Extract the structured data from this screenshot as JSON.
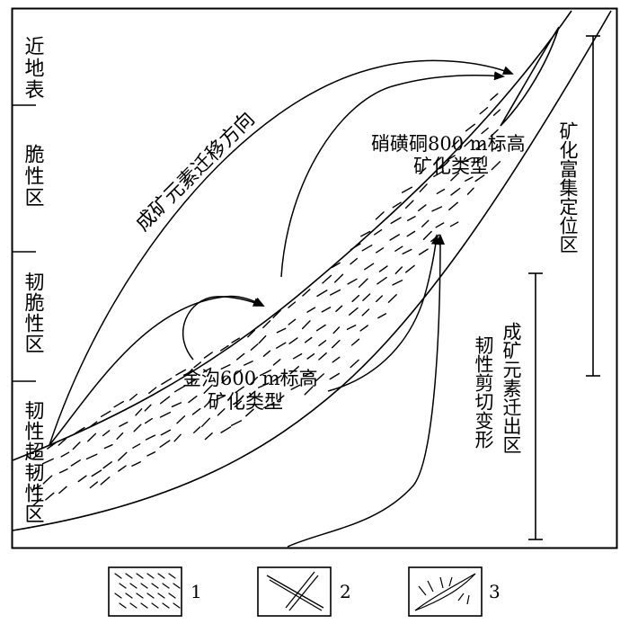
{
  "zones": [
    {
      "label": "近地表"
    },
    {
      "label": "脆性区"
    },
    {
      "label": "韧脆性区"
    },
    {
      "label": "韧性超韧性区"
    }
  ],
  "labels": {
    "migration_direction": "成矿元素迁移方向",
    "xiaohuangtong_line1": "硝磺硐800 m标高",
    "xiaohuangtong_line2": "矿化类型",
    "jingou_line1": "金沟600 m标高",
    "jingou_line2": "矿化类型",
    "enrichment_zone": "矿化富集定位区",
    "out_zone": "成矿元素迁出区",
    "shear": "韧性剪切变形"
  },
  "legend": [
    {
      "number": "1"
    },
    {
      "number": "2"
    },
    {
      "number": "3"
    }
  ]
}
